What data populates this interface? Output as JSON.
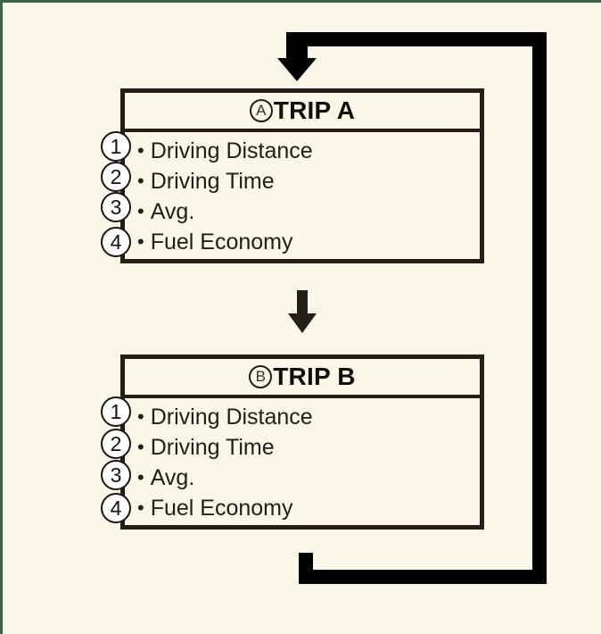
{
  "theme": {
    "background": "#faf7e8",
    "ink": "#261d17",
    "loop_arrow": "#000000",
    "frame_accent": "#3d6144"
  },
  "diagram": {
    "title_hidden": "",
    "loop": {
      "name": "feedback-loop-arrow",
      "direction": "trip-b-back-to-trip-a"
    },
    "mid_arrow": {
      "name": "flow-arrow-down",
      "direction": "down"
    },
    "cards": [
      {
        "badge": "A",
        "title": "TRIP A",
        "items": [
          {
            "num": "1",
            "bullet": "•",
            "label": "Driving Distance"
          },
          {
            "num": "2",
            "bullet": "•",
            "label": "Driving Time"
          },
          {
            "num": "3",
            "bullet": "•",
            "label": "Avg."
          },
          {
            "num": "4",
            "bullet": "•",
            "label": "Fuel Economy"
          }
        ]
      },
      {
        "badge": "B",
        "title": "TRIP B",
        "items": [
          {
            "num": "1",
            "bullet": "•",
            "label": "Driving Distance"
          },
          {
            "num": "2",
            "bullet": "•",
            "label": "Driving Time"
          },
          {
            "num": "3",
            "bullet": "•",
            "label": "Avg."
          },
          {
            "num": "4",
            "bullet": "•",
            "label": "Fuel Economy"
          }
        ]
      }
    ]
  }
}
